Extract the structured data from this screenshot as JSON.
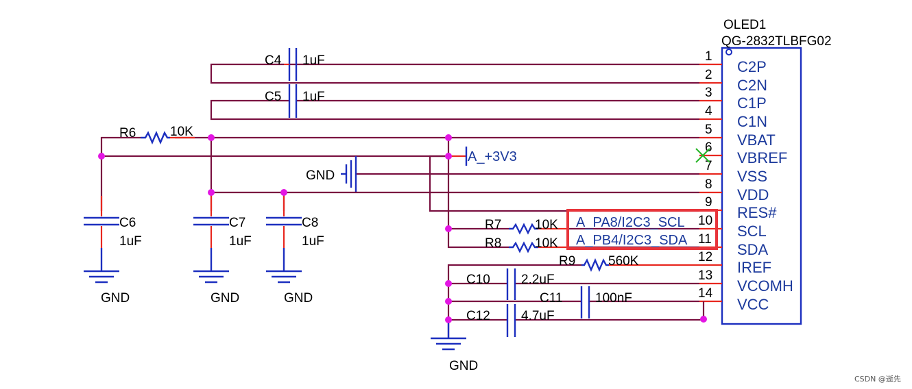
{
  "ic": {
    "ref": "OLED1",
    "part": "QG-2832TLBFG02",
    "pins": [
      {
        "num": "1",
        "name": ""
      },
      {
        "num": "2",
        "name": "C2P"
      },
      {
        "num": "3",
        "name": "C2N"
      },
      {
        "num": "4",
        "name": "C1P"
      },
      {
        "num": "5",
        "name": "C1N"
      },
      {
        "num": "6",
        "name": "VBAT"
      },
      {
        "num": "7",
        "name": "VBREF"
      },
      {
        "num": "8",
        "name": "VSS"
      },
      {
        "num": "9",
        "name": "VDD"
      },
      {
        "num": "10",
        "name": "RES#"
      },
      {
        "num": "11",
        "name": "SCL"
      },
      {
        "num": "12",
        "name": "SDA"
      },
      {
        "num": "13",
        "name": "IREF"
      },
      {
        "num": "14",
        "name": "VCOMH"
      },
      {
        "num": "",
        "name": "VCC"
      }
    ]
  },
  "components": {
    "C4": {
      "ref": "C4",
      "value": "1uF"
    },
    "C5": {
      "ref": "C5",
      "value": "1uF"
    },
    "R6": {
      "ref": "R6",
      "value": "10K"
    },
    "C6": {
      "ref": "C6",
      "value": "1uF"
    },
    "C7": {
      "ref": "C7",
      "value": "1uF"
    },
    "C8": {
      "ref": "C8",
      "value": "1uF"
    },
    "R7": {
      "ref": "R7",
      "value": "10K"
    },
    "R8": {
      "ref": "R8",
      "value": "10K"
    },
    "R9": {
      "ref": "R9",
      "value": "560K"
    },
    "C10": {
      "ref": "C10",
      "value": "2.2uF"
    },
    "C11": {
      "ref": "C11",
      "value": "100nF"
    },
    "C12": {
      "ref": "C12",
      "value": "4.7uF"
    }
  },
  "nets": {
    "gnd": "GND",
    "power": "A_+3V3",
    "scl": "A_PA8/I2C3_SCL",
    "sda": "A_PB4/I2C3_SDA"
  },
  "highlight_color": "#e8343a",
  "watermark": "CSDN @逝先"
}
